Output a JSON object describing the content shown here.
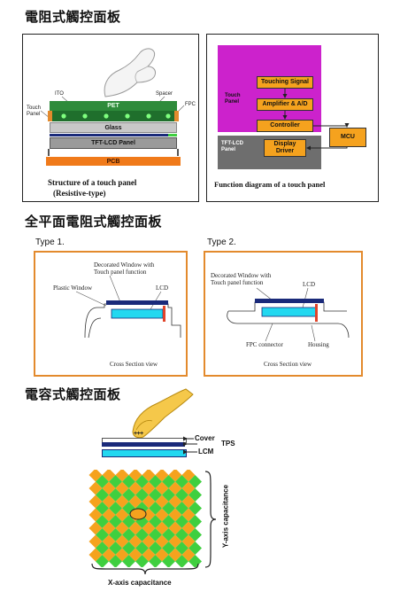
{
  "headings": {
    "resistive": "電阻式觸控面板",
    "full_flat": "全平面電阻式觸控面板",
    "capacitive": "電容式觸控面板"
  },
  "structure": {
    "labels": {
      "ito": "ITO",
      "spacer": "Spacer",
      "touch_panel": "Touch\nPanel",
      "fpc": "FPC",
      "pet": "PET",
      "glass": "Glass",
      "tft": "TFT-LCD Panel",
      "pcb": "PCB"
    },
    "caption_line1": "Structure of a touch panel",
    "caption_line2": "(Resistive-type)"
  },
  "function": {
    "touch_panel_label": "Touch\nPanel",
    "tft_panel_label": "TFT-LCD\nPanel",
    "touching_signal": "Touching Signal",
    "amplifier": "Amplifier & A/D",
    "controller": "Controller",
    "mcu": "MCU",
    "display_driver": "Display\nDriver",
    "caption": "Function diagram of a touch panel"
  },
  "type1": {
    "title": "Type 1.",
    "decorated": "Decorated Window with\nTouch panel function",
    "plastic": "Plastic Window",
    "lcd": "LCD",
    "section": "Cross Section view"
  },
  "type2": {
    "title": "Type 2.",
    "decorated": "Decorated Window with\nTouch panel function",
    "lcd": "LCD",
    "fpc": "FPC connector",
    "housing": "Housing",
    "section": "Cross Section view"
  },
  "capacitive": {
    "cover": "Cover",
    "tps": "TPS",
    "lcm": "LCM",
    "plus": "+++",
    "y_axis": "Y-axis capacitance",
    "x_axis": "X-axis capacitance"
  },
  "colors": {
    "accent_orange": "#e38a2d",
    "magenta": "#cc22cc",
    "green_layer": "#2e8b3a",
    "diamond_orange": "#f5a21e",
    "diamond_green": "#3fcf3f",
    "lcm_cyan": "#22d8f0",
    "tps_navy": "#1a2a7a"
  }
}
